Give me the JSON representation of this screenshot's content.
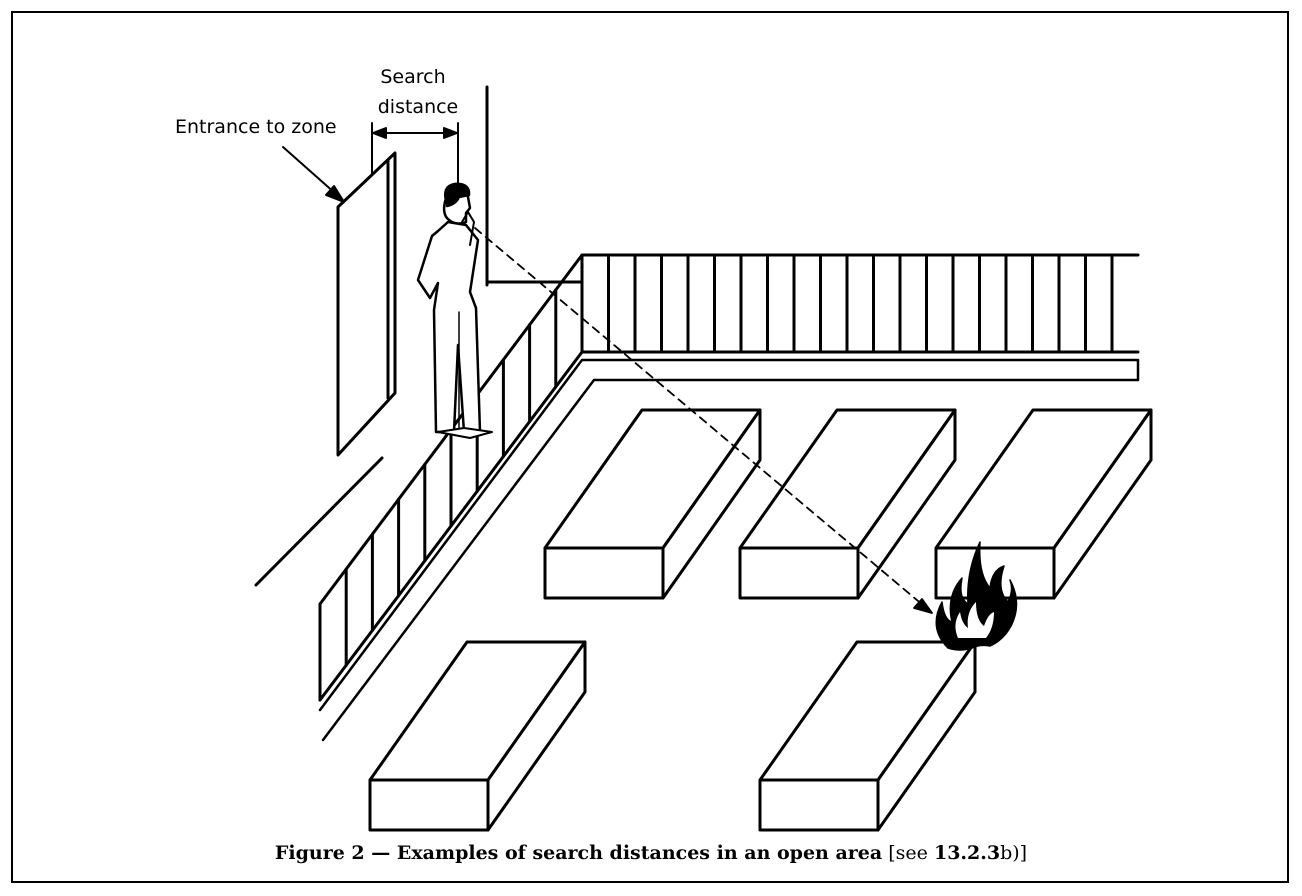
{
  "labels": {
    "entrance": "Entrance to zone",
    "search_line1": "Search",
    "search_line2": "distance"
  },
  "caption": {
    "figure_title": "Figure 2 — Examples of search distances in an open area",
    "see_open": "[see ",
    "see_ref": "13.2.3",
    "see_close": "b)]"
  }
}
